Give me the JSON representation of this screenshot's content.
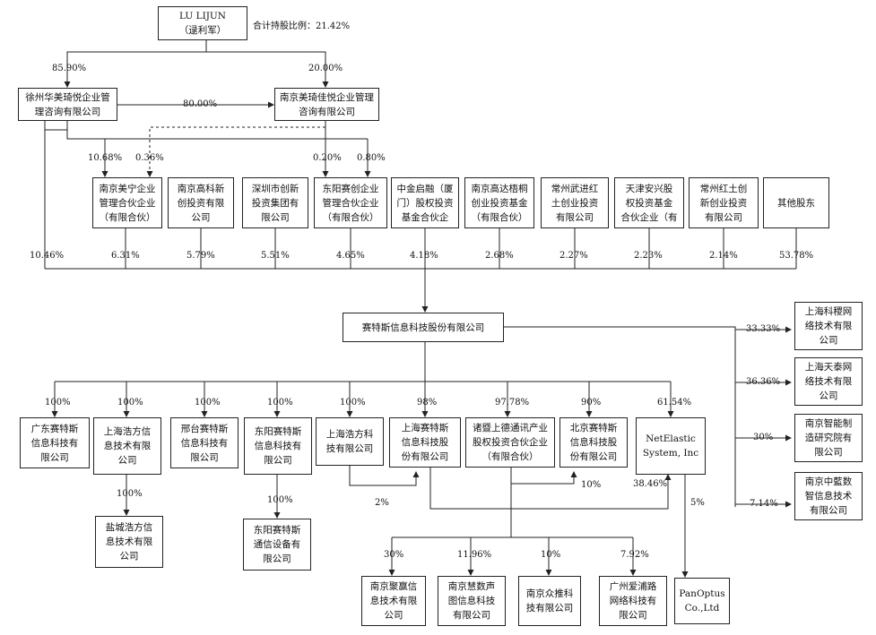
{
  "top": {
    "name": "LU LIJUN\n（逯利军）",
    "note": "合计持股比例：21.42%"
  },
  "holding": {
    "xuzhou": "徐州华美琦悦企业管\n理咨询有限公司",
    "nanjing_meiqi": "南京美琦佳悦企业管理\n咨询有限公司",
    "lu_to_xuzhou": "85.90%",
    "lu_to_nanjing": "20.00%",
    "xuzhou_to_nanjing": "80.00%",
    "to_meining_a": "10.68%",
    "to_meining_b": "0.36%",
    "to_dongyang_a": "0.20%",
    "to_dongyang_b": "0.80%"
  },
  "shareholders": [
    {
      "name": "南京美宁企业\n管理合伙企业\n（有限合伙）",
      "pct": "6.31%"
    },
    {
      "name": "南京高科新\n创投资有限\n公司",
      "pct": "5.79%"
    },
    {
      "name": "深圳市创新\n投资集团有\n限公司",
      "pct": "5.51%"
    },
    {
      "name": "东阳赛创企业\n管理合伙企业\n（有限合伙）",
      "pct": "4.65%"
    },
    {
      "name": "中金启融（厦\n门）股权投资\n基金合伙企",
      "pct": "4.18%"
    },
    {
      "name": "南京高达梧桐\n创业投资基金\n（有限合伙）",
      "pct": "2.68%"
    },
    {
      "name": "常州武进红\n土创业投资\n有限公司",
      "pct": "2.27%"
    },
    {
      "name": "天津安兴股\n权投资基金\n合伙企业（有",
      "pct": "2.23%"
    },
    {
      "name": "常州红土创\n新创业投资\n有限公司",
      "pct": "2.14%"
    },
    {
      "name": "其他股东",
      "pct": "53.78%"
    }
  ],
  "xuzhou_direct_pct": "10.46%",
  "company": {
    "name": "赛特斯信息科技股份有限公司"
  },
  "subsidiaries": [
    {
      "name": "广东赛特斯\n信息科技有\n限公司",
      "pct": "100%"
    },
    {
      "name": "上海浩方信\n息技术有限\n公司",
      "pct": "100%"
    },
    {
      "name": "邢台赛特斯\n信息科技有\n限公司",
      "pct": "100%"
    },
    {
      "name": "东阳赛特斯\n信息科技有\n限公司",
      "pct": "100%"
    },
    {
      "name": "上海浩方科\n技有限公司",
      "pct": "100%"
    },
    {
      "name": "上海赛特斯\n信息科技股\n份有限公司",
      "pct": "98%"
    },
    {
      "name": "诸暨上德通讯产业\n股权投资合伙企业\n（有限合伙）",
      "pct": "97.78%"
    },
    {
      "name": "北京赛特斯\n信息科技股\n份有限公司",
      "pct": "90%"
    },
    {
      "name": "NetElastic\nSystem, Inc",
      "pct": "61.54%"
    }
  ],
  "second_level": {
    "yancheng": {
      "name": "盐城浩方信\n息技术有限\n公司",
      "pct": "100%"
    },
    "dongyang_comm": {
      "name": "东阳赛特斯\n通信设备有\n限公司",
      "pct": "100%"
    },
    "haofang_to_shanghai_sts": "2%",
    "to_beijing": "10%",
    "to_netelastic": "38.46%",
    "net_to_panoptus": "5%"
  },
  "zhuji_investments": [
    {
      "name": "南京聚赢信\n息技术有限\n公司",
      "pct": "30%"
    },
    {
      "name": "南京慧数声\n图信息科技\n有限公司",
      "pct": "11.96%"
    },
    {
      "name": "南京众推科\n技有限公司",
      "pct": "10%"
    },
    {
      "name": "广州爱浦路\n网络科技有\n限公司",
      "pct": "7.92%"
    }
  ],
  "panoptus": {
    "name": "PanOptus\nCo.,Ltd"
  },
  "right_investments": [
    {
      "name": "上海科稷网\n络技术有限\n公司",
      "pct": "33.33%"
    },
    {
      "name": "上海天泰网\n络技术有限\n公司",
      "pct": "36.36%"
    },
    {
      "name": "南京智能制\n造研究院有\n限公司",
      "pct": "30%"
    },
    {
      "name": "南京中藍数\n智信息技术\n有限公司",
      "pct": "7.14%"
    }
  ]
}
